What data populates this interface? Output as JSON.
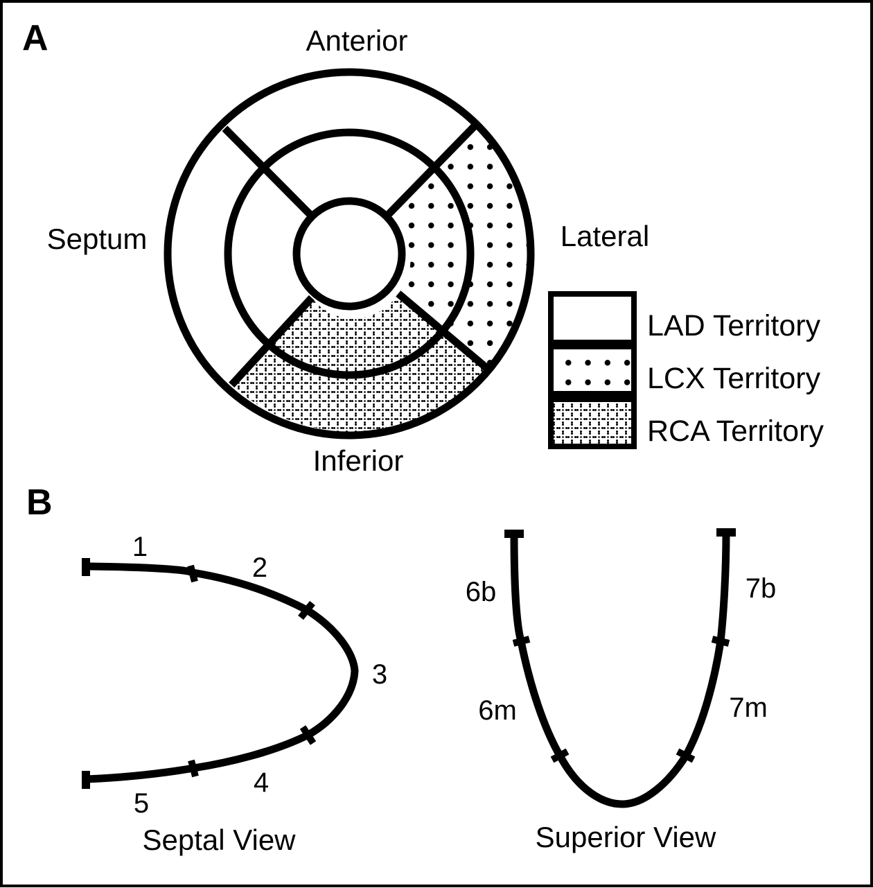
{
  "panel_a": {
    "letter": "A",
    "labels": {
      "anterior": "Anterior",
      "septum": "Septum",
      "lateral": "Lateral",
      "inferior": "Inferior"
    },
    "legend": [
      {
        "label": "LAD Territory",
        "pattern": "blank"
      },
      {
        "label": "LCX Territory",
        "pattern": "dots"
      },
      {
        "label": "RCA Territory",
        "pattern": "dotted-grid"
      }
    ]
  },
  "panel_b": {
    "letter": "B",
    "septal_view": {
      "title": "Septal View",
      "segments": [
        "1",
        "2",
        "3",
        "4",
        "5"
      ]
    },
    "superior_view": {
      "title": "Superior View",
      "segments": [
        "6b",
        "6m",
        "7b",
        "7m"
      ]
    }
  },
  "colors": {
    "ink": "#000000",
    "background": "#ffffff"
  }
}
